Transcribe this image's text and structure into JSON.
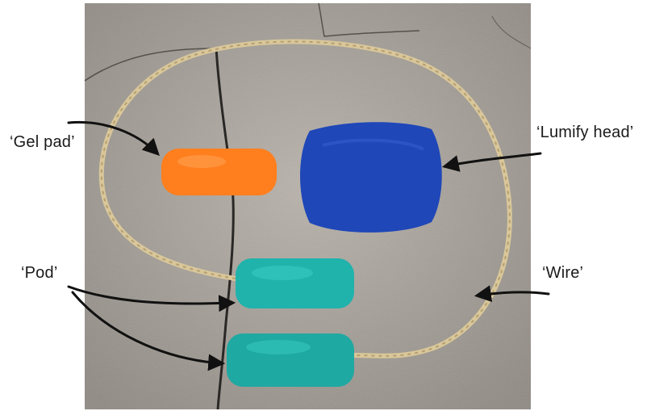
{
  "labels": {
    "gel_pad": "‘Gel pad’",
    "lumify_head": "‘Lumify head’",
    "pod": "‘Pod’",
    "wire": "‘Wire’"
  },
  "colors": {
    "gel_pad": "#ff7f1e",
    "lumify_head": "#1f47b8",
    "pod": "#1fb3ac",
    "wire": "#d9c79a",
    "concrete": "#a9a39b",
    "arrow": "#111111"
  }
}
